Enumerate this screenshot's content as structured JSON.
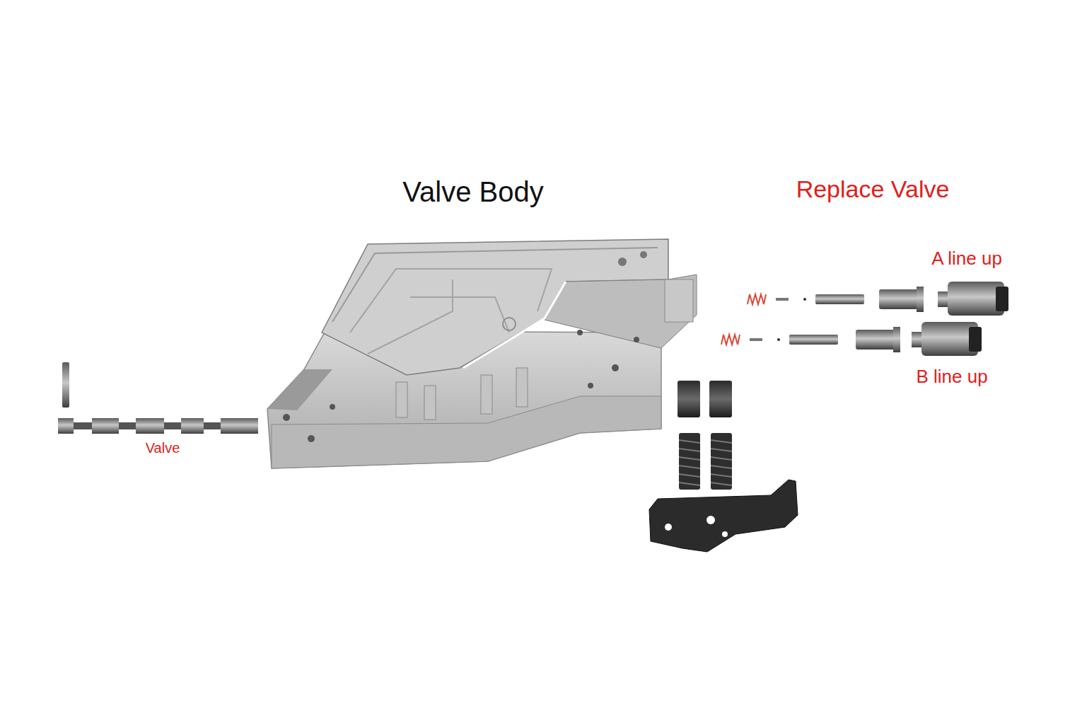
{
  "diagram": {
    "title": "Valve Body",
    "labels": [
      "Replace Valve",
      "A line up",
      "B line up",
      "Valve"
    ]
  }
}
